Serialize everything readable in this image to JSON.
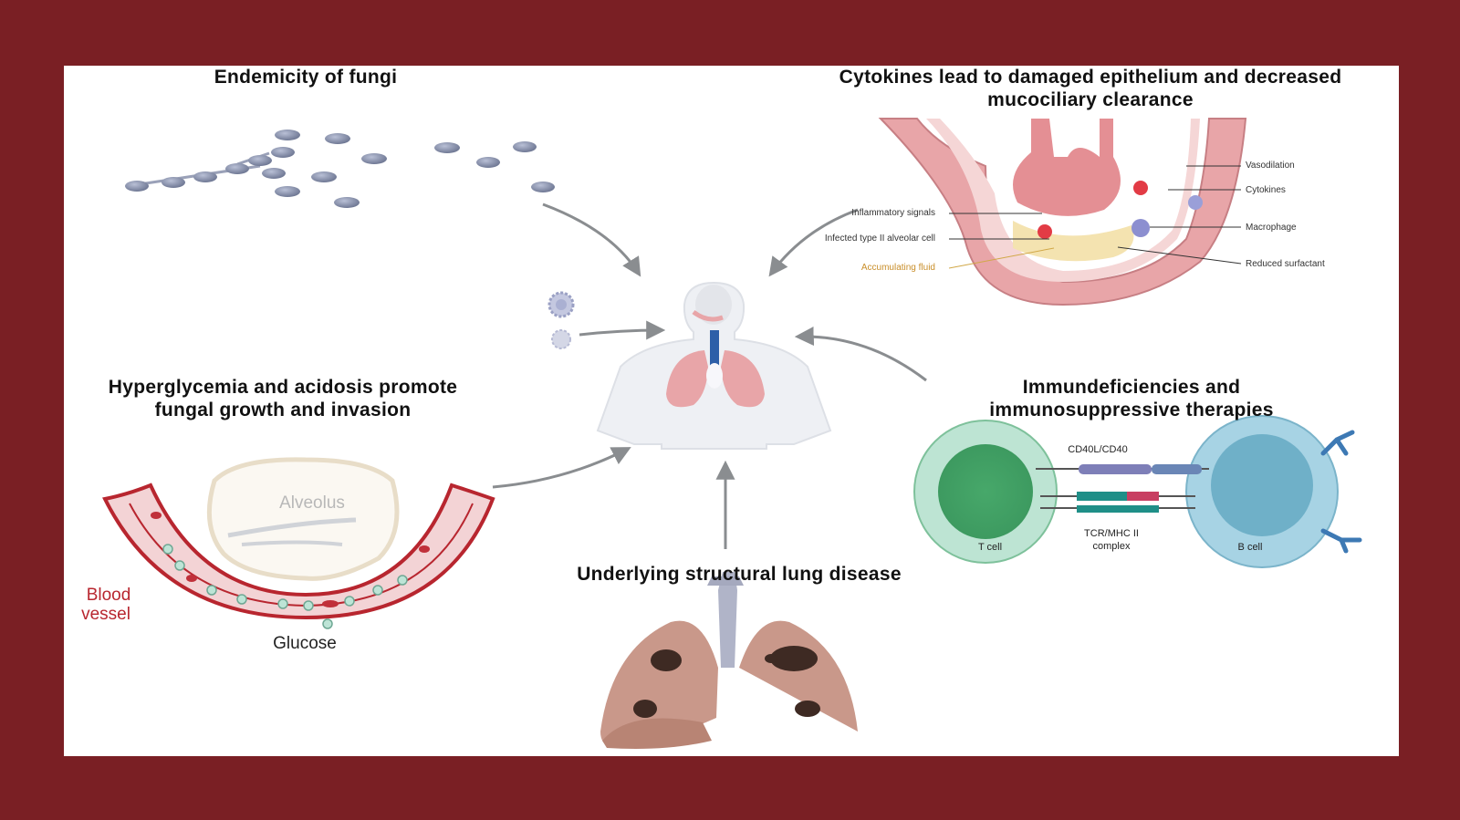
{
  "headings": {
    "fungi": "Endemicity of fungi",
    "cytokines": "Cytokines  lead to damaged epithelium and decreased mucociliary clearance",
    "hyperglycemia": "Hyperglycemia and acidosis promote fungal growth and invasion",
    "immunodeficiency": "Immundeficiencies and immunosuppressive therapies",
    "structural": "Underlying structural lung disease"
  },
  "alveolus_diagram": {
    "left_labels": [
      "Inflammatory signals",
      "Infected type II alveolar cell",
      "Accumulating fluid"
    ],
    "right_labels": [
      "Vasodilation",
      "Cytokines",
      "Macrophage",
      "Reduced surfactant"
    ]
  },
  "vessel_diagram": {
    "alveolus": "Alveolus",
    "blood_vessel": "Blood vessel",
    "glucose": "Glucose"
  },
  "immune_diagram": {
    "cd40": "CD40L/CD40",
    "tcr": "TCR/MHC II complex",
    "t_cell": "T cell",
    "b_cell": "B cell"
  },
  "colors": {
    "frame": "#7a1f24",
    "panel": "#ffffff",
    "arrow": "#8a8d90",
    "tissue_pink": "#e8a5a8",
    "t_cell_green": "#5cb87a",
    "b_cell_blue": "#6fb0c8",
    "fluid_yellow": "#f4e3b0",
    "vessel_red": "#c0303a"
  }
}
